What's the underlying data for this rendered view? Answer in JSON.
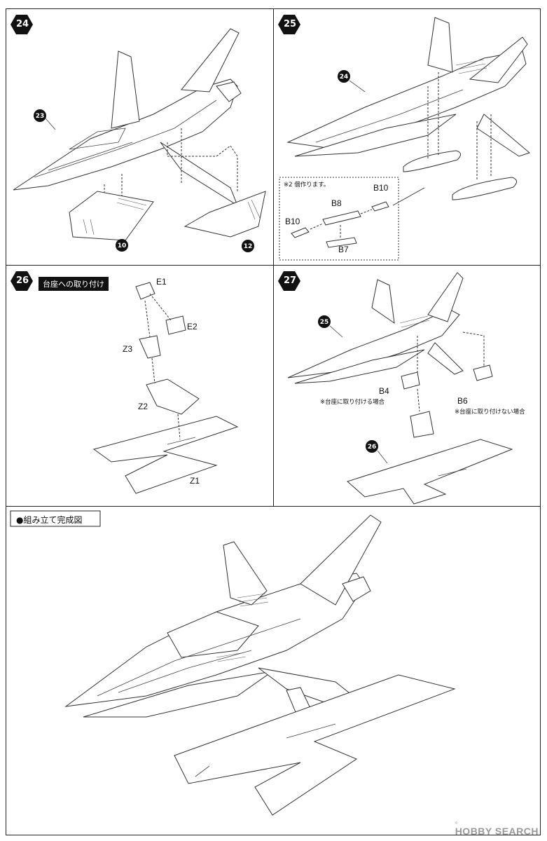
{
  "steps": [
    {
      "id": "step24",
      "number": "24",
      "callouts": [
        "23",
        "10",
        "12"
      ]
    },
    {
      "id": "step25",
      "number": "25",
      "callouts": [
        "24"
      ],
      "inset": {
        "note": "※2 個作ります。",
        "parts": [
          "B10",
          "B8",
          "B10",
          "B7"
        ]
      }
    },
    {
      "id": "step26",
      "number": "26",
      "banner": "台座への取り付け",
      "parts": [
        "E1",
        "E2",
        "Z3",
        "Z2",
        "Z1"
      ]
    },
    {
      "id": "step27",
      "number": "27",
      "callouts": [
        "25",
        "26"
      ],
      "parts": [
        "B4",
        "B6"
      ],
      "notes": [
        "※台座に取り付ける場合",
        "※台座に取り付けない場合"
      ]
    }
  ],
  "finished": {
    "label": "●組み立て完成図"
  },
  "watermark": {
    "text": "HOBBY SEARCH",
    "sub": "©"
  }
}
